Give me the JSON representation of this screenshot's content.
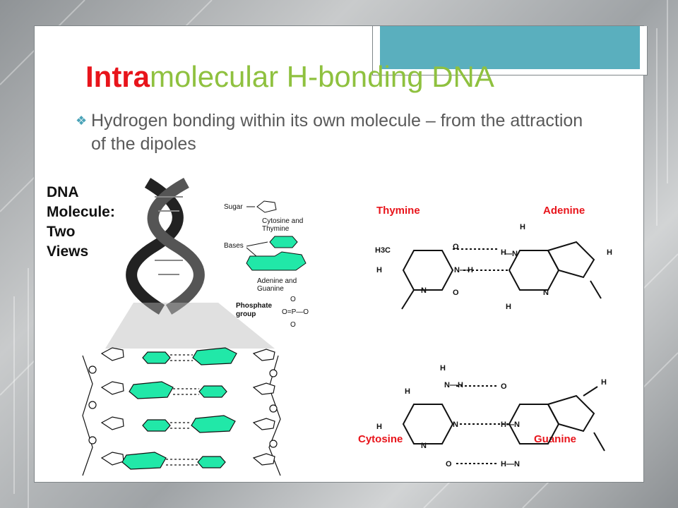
{
  "slide": {
    "title_accent": "Intra",
    "title_rest": "molecular H-bonding DNA",
    "bullet_text": "Hydrogen bonding within its own molecule – from the attraction of the dipoles"
  },
  "left_figure": {
    "heading_lines": [
      "DNA",
      "Molecule:",
      "Two",
      "Views"
    ],
    "legend": {
      "sugar": "Sugar",
      "bases": "Bases",
      "pyrimidines": [
        "Cytosine and",
        "Thymine"
      ],
      "purines": [
        "Adenine and",
        "Guanine"
      ],
      "phosphate": [
        "Phosphate",
        "group"
      ]
    }
  },
  "right_figure": {
    "thymine": "Thymine",
    "adenine": "Adenine",
    "cytosine": "Cytosine",
    "guanine": "Guanine"
  },
  "colors": {
    "title_green": "#8fc13f",
    "title_red": "#e8141b",
    "accent_teal": "#5aafbe",
    "base_green": "#21e8a8",
    "label_red": "#e8141b"
  }
}
